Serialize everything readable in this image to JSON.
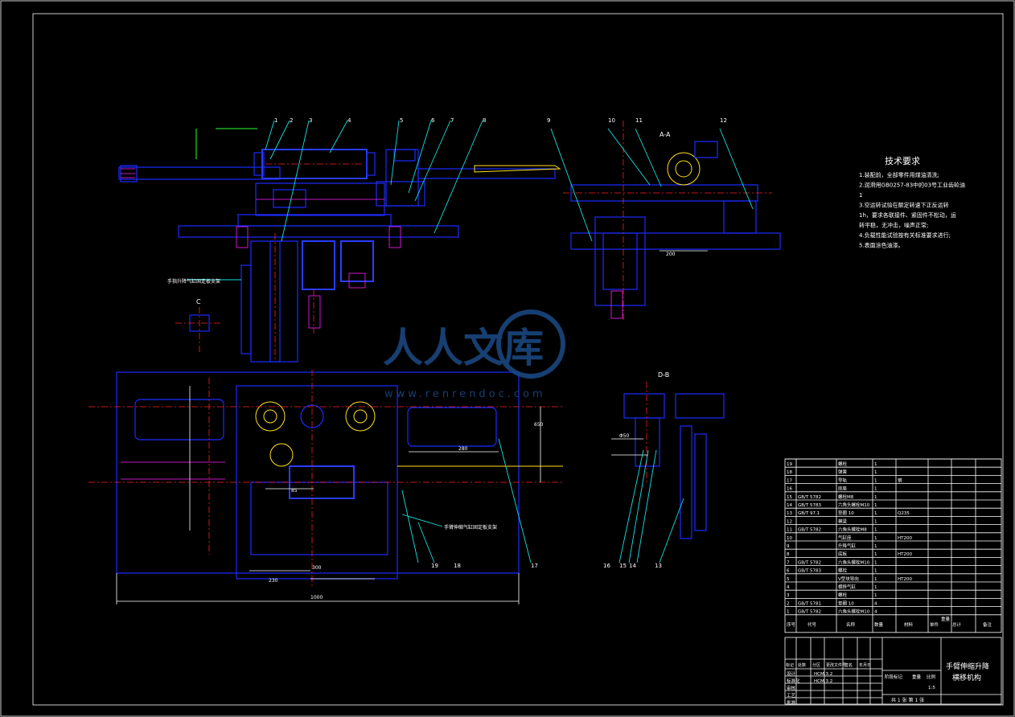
{
  "part_labels": [
    "1",
    "2",
    "3",
    "4",
    "5",
    "6",
    "7",
    "8",
    "9",
    "10",
    "11",
    "12",
    "13",
    "14",
    "15",
    "16",
    "17",
    "18",
    "19"
  ],
  "section_labels": {
    "aa_title": "A-A",
    "db_title": "D-B",
    "c_title": "C"
  },
  "tech_req": {
    "title": "技术要求",
    "lines": [
      "1.装配前，全部零件用煤油清洗;",
      "2.润滑用GB0257-83中的03号工业齿轮油",
      "1",
      "3.空运转试验在额定转速下正反运转",
      "1h，要求各联接件、紧固件不松动，运",
      "转平稳，无冲击，噪声正常;",
      "4.负载性能试验按有关标准要求进行;",
      "5.表面涂色油漆。"
    ]
  },
  "callouts": [
    "手指升降气缸固定板支架",
    "手臂伸缩气缸固定板支架"
  ],
  "dims": [
    "1000",
    "230",
    "300",
    "280",
    "650",
    "200",
    "85",
    "Φ50"
  ],
  "bom": {
    "rows": [
      [
        "19",
        "",
        "螺栓",
        "1",
        ""
      ],
      [
        "18",
        "",
        "弹簧",
        "1",
        ""
      ],
      [
        "17",
        "",
        "导轨",
        "1",
        "钢"
      ],
      [
        "16",
        "",
        "底座",
        "1",
        ""
      ],
      [
        "15",
        "GB/T 5782",
        "螺栓M8",
        "1",
        ""
      ],
      [
        "14",
        "GB/T 5783",
        "六角头螺栓M10",
        "1",
        ""
      ],
      [
        "13",
        "GB/T 97.1",
        "垫圈 10",
        "1",
        "Q235"
      ],
      [
        "12",
        "",
        "横梁",
        "1",
        ""
      ],
      [
        "11",
        "GB/T 5782",
        "六角头螺栓M8",
        "1",
        ""
      ],
      [
        "10",
        "",
        "气缸座",
        "1",
        "HT200"
      ],
      [
        "9",
        "",
        "升降气缸",
        "1",
        ""
      ],
      [
        "8",
        "",
        "底板",
        "1",
        "HT200"
      ],
      [
        "7",
        "GB/T 5782",
        "六角头螺栓M10",
        "1",
        ""
      ],
      [
        "6",
        "GB/T 5783",
        "螺栓",
        "1",
        ""
      ],
      [
        "5",
        "",
        "V型块导向",
        "1",
        "HT200"
      ],
      [
        "4",
        "",
        "横移气缸",
        "1",
        ""
      ],
      [
        "3",
        "",
        "螺栓",
        "1",
        ""
      ],
      [
        "2",
        "GB/T 5781",
        "垫圈 10",
        "4",
        ""
      ],
      [
        "1",
        "GB/T 5782",
        "六角头螺栓M10",
        "4",
        ""
      ]
    ],
    "headers": [
      "序号",
      "代号",
      "名称",
      "数量",
      "材料",
      "单件",
      "总计",
      "备注"
    ],
    "weight_header": "重量"
  },
  "title_block": {
    "drawing_title": "手臂伸缩升降",
    "drawing_subtitle": "横移机构",
    "row_labels": [
      "设计",
      "标准化",
      "审核",
      "工艺",
      "批准"
    ],
    "std_code": "HCM.3.2",
    "mark_labels": [
      "阶段标记",
      "重量",
      "比例"
    ],
    "scale": "1:5",
    "sheet_info": "共 1 张   第 1 张",
    "revision_labels": [
      "标记",
      "处数",
      "分区",
      "更改文件号",
      "签名",
      "年月日"
    ]
  },
  "watermark": {
    "text": "人人文库",
    "url": "www.renrendoc.com"
  }
}
